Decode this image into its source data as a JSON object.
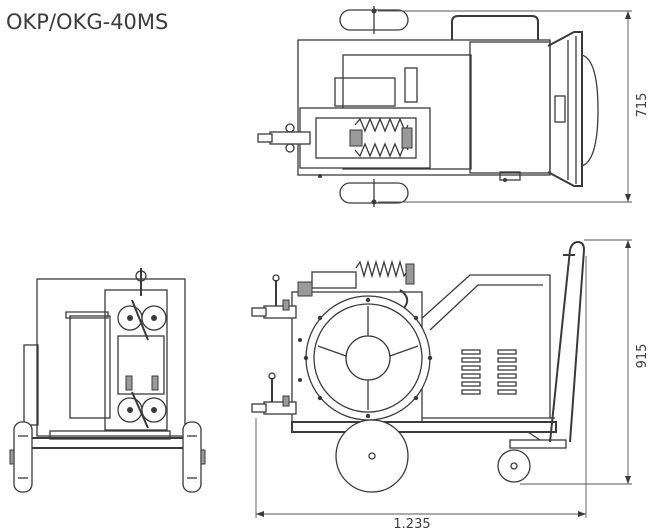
{
  "title": "OKP/OKG-40MS",
  "dimensions": {
    "top_view_depth": "715",
    "side_view_height": "915",
    "side_view_length": "1.235"
  }
}
